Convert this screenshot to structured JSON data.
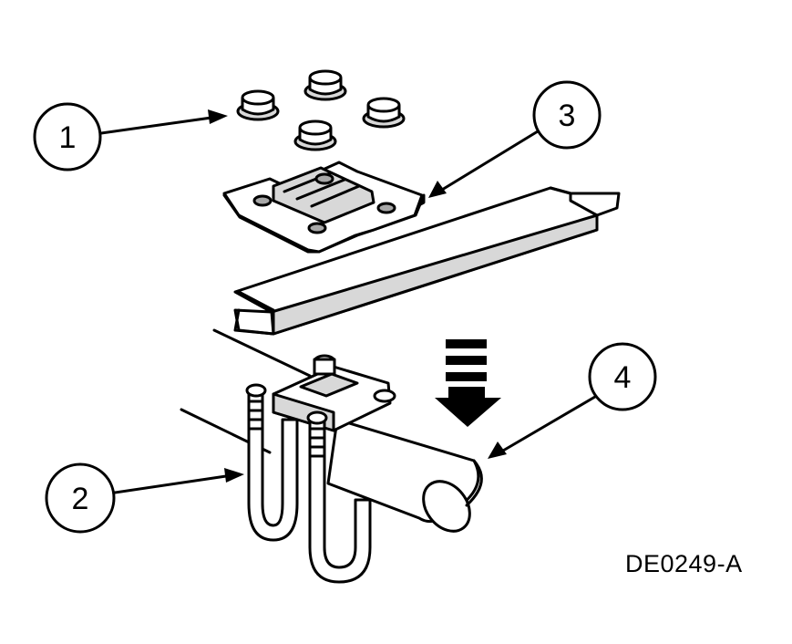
{
  "figure": {
    "figure_id": "DE0249-A",
    "callouts": [
      {
        "label": "1",
        "part": "nuts"
      },
      {
        "label": "2",
        "part": "u-bolts"
      },
      {
        "label": "3",
        "part": "spring-plate"
      },
      {
        "label": "4",
        "part": "axle-tube"
      }
    ]
  }
}
